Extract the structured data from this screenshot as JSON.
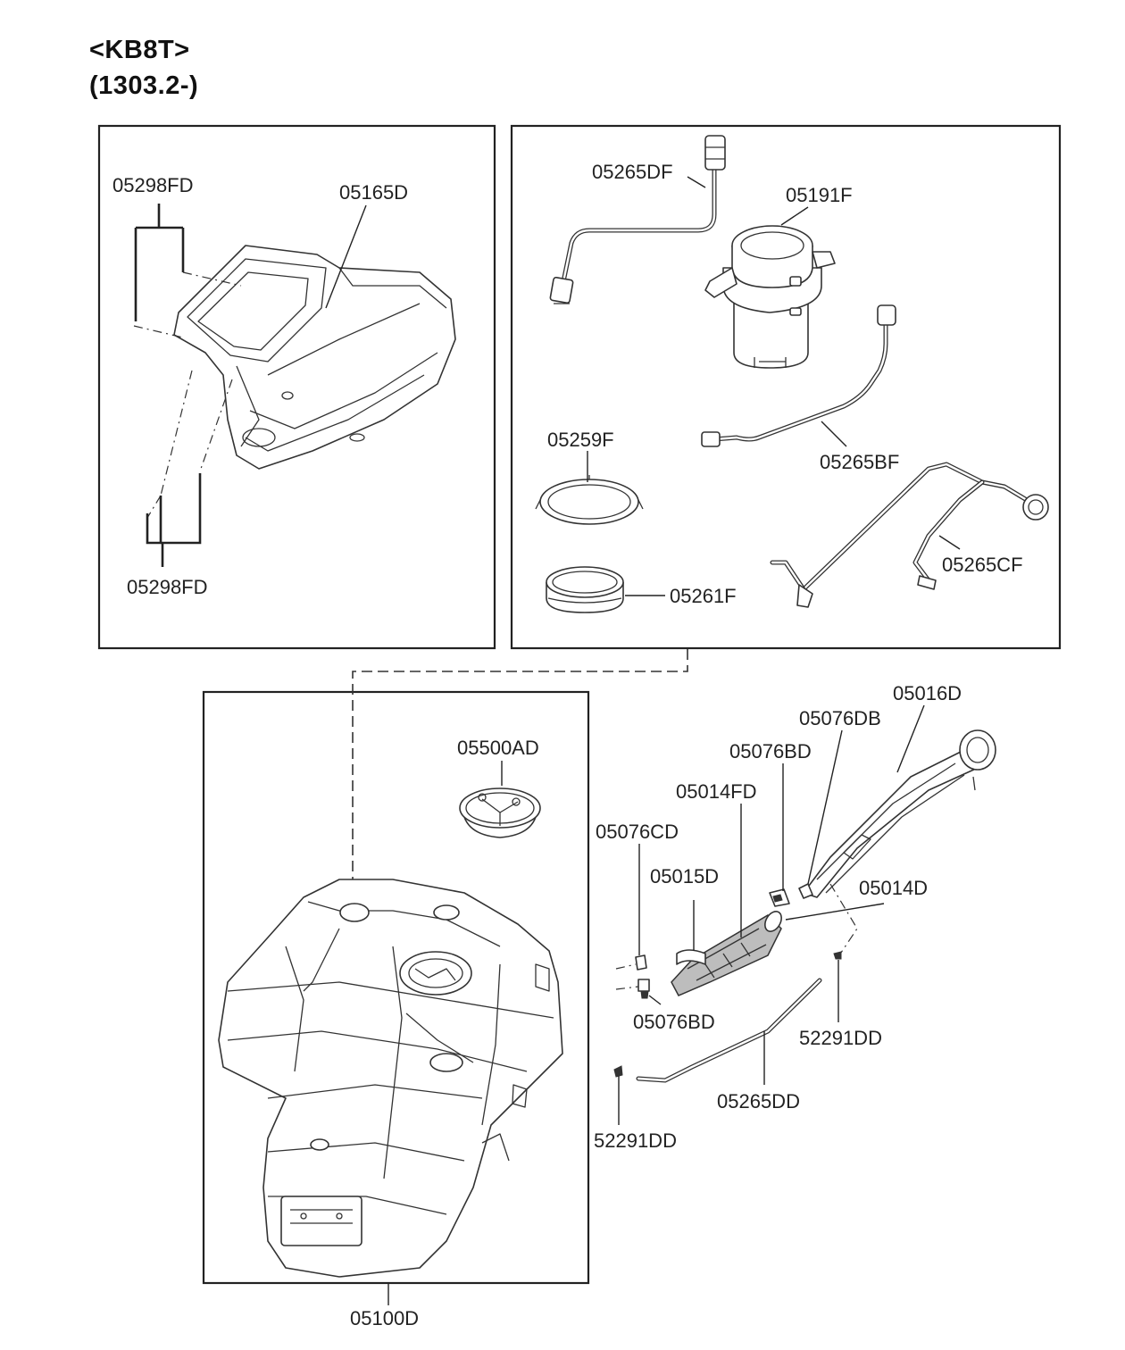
{
  "header": {
    "model": "<KB8T>",
    "range": "(1303.2-)"
  },
  "labels": {
    "p05298FD_top": "05298FD",
    "p05298FD_bottom": "05298FD",
    "p05165D": "05165D",
    "p05265DF": "05265DF",
    "p05191F": "05191F",
    "p05259F": "05259F",
    "p05265BF": "05265BF",
    "p05265CF": "05265CF",
    "p05261F": "05261F",
    "p05016D": "05016D",
    "p05076DB": "05076DB",
    "p05076BD_top": "05076BD",
    "p05500AD": "05500AD",
    "p05014FD": "05014FD",
    "p05076CD": "05076CD",
    "p05015D": "05015D",
    "p05014D": "05014D",
    "p05076BD_bottom": "05076BD",
    "p52291DD_right": "52291DD",
    "p05265DD": "05265DD",
    "p52291DD_left": "52291DD",
    "p05100D": "05100D"
  }
}
